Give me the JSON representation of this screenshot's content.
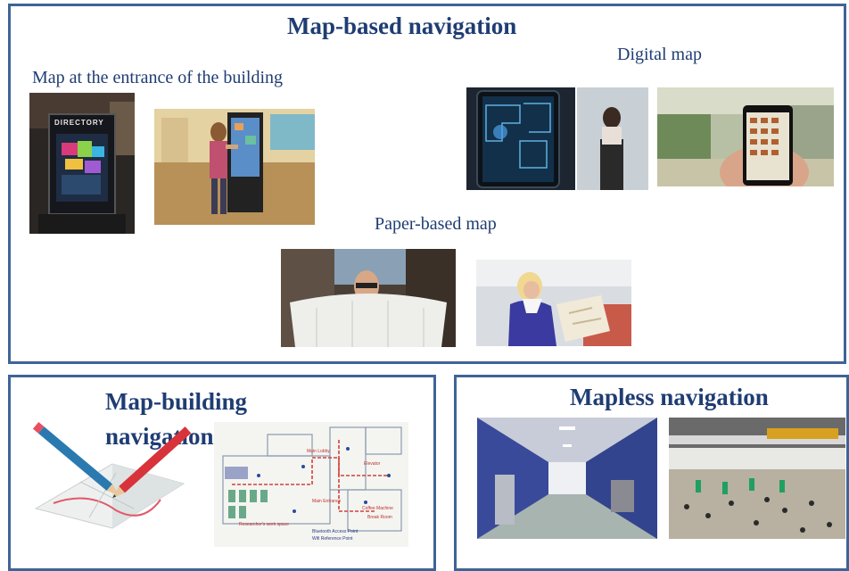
{
  "top_panel": {
    "title": "Map-based navigation",
    "captions": {
      "entrance": "Map at the entrance of the building",
      "digital": "Digital map",
      "paper": "Paper-based map"
    },
    "signage_text": "DIRECTORY"
  },
  "bottom_left_panel": {
    "title_line1": "Map-building",
    "title_line2": "navigation",
    "floorplan_labels": {
      "main_lobby": "Main Lobby",
      "elevator": "Elevator",
      "main_entrance": "Main Entrance",
      "coffee_machine": "Coffee Machine",
      "break_room": "Break Room",
      "work_space": "Researcher's work space",
      "legend_bluetooth": "Bluetooth Access Point",
      "legend_wifi": "Wifi Reference Point"
    }
  },
  "bottom_right_panel": {
    "title": "Mapless navigation"
  }
}
